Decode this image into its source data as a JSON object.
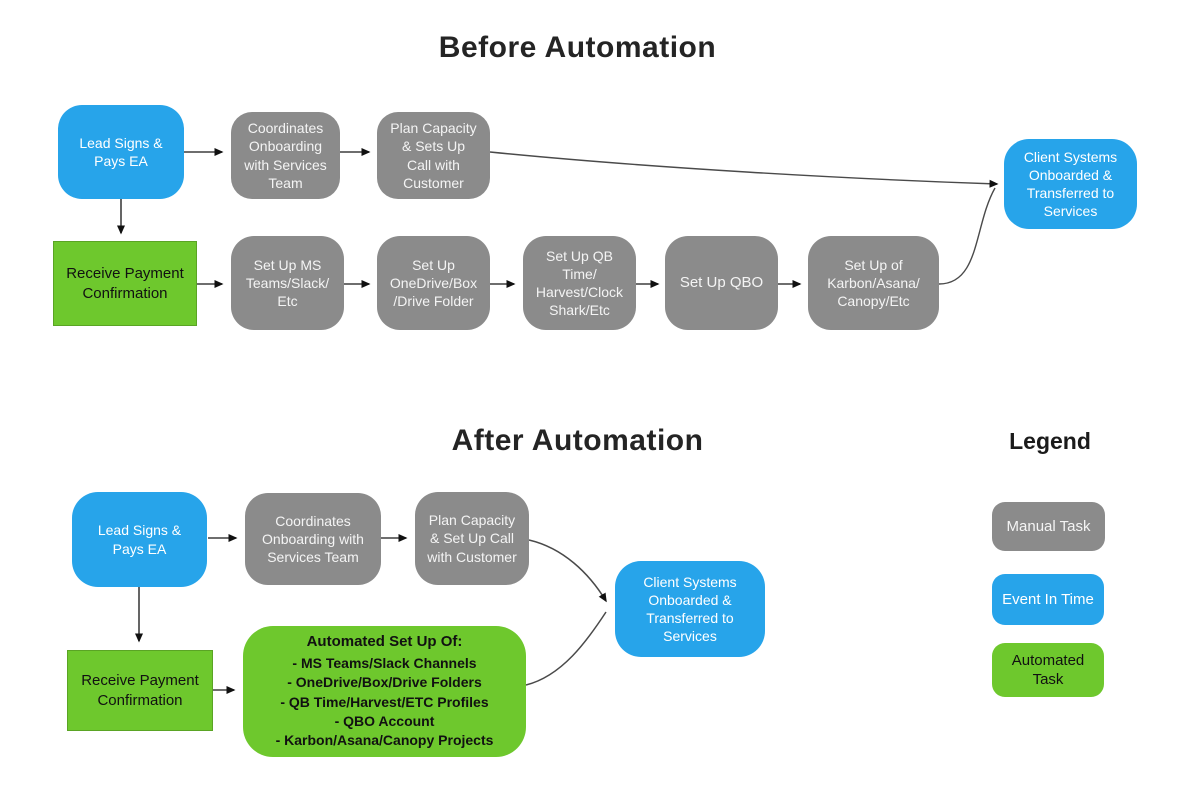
{
  "titles": {
    "before": "Before Automation",
    "after": "After Automation",
    "legend": "Legend"
  },
  "colors": {
    "manual_task_gray": "#8b8b8b",
    "event_in_time_blue": "#27a4ea",
    "automated_task_green": "#6ec82d",
    "connector_line": "#3f3f3f",
    "title_text": "#242424"
  },
  "before": {
    "lead": "Lead Signs &\nPays EA",
    "coordinates": "Coordinates\nOnboarding\nwith Services\nTeam",
    "plan_capacity": "Plan Capacity\n& Sets Up\nCall with\nCustomer",
    "client_systems": "Client Systems\nOnboarded &\nTransferred to\nServices",
    "receive_payment": "Receive Payment\nConfirmation",
    "setup_ms_teams": "Set Up MS\nTeams/Slack/\nEtc",
    "setup_onedrive": "Set Up\nOneDrive/Box\n/Drive Folder",
    "setup_qb_time": "Set Up QB\nTime/\nHarvest/Clock\nShark/Etc",
    "setup_qbo": "Set Up QBO",
    "setup_karbon": "Set Up of\nKarbon/Asana/\nCanopy/Etc"
  },
  "after": {
    "lead": "Lead Signs &\nPays EA",
    "coordinates": "Coordinates\nOnboarding with\nServices Team",
    "plan_capacity": "Plan Capacity\n& Set Up Call\nwith Customer",
    "client_systems": "Client Systems\nOnboarded &\nTransferred to\nServices",
    "receive_payment": "Receive Payment\nConfirmation",
    "automated_setup": {
      "heading": "Automated Set Up Of:",
      "items": [
        "- MS Teams/Slack Channels",
        "- OneDrive/Box/Drive Folders",
        "- QB Time/Harvest/ETC Profiles",
        "- QBO Account",
        "- Karbon/Asana/Canopy Projects"
      ]
    }
  },
  "legend": {
    "manual": "Manual Task",
    "event": "Event In Time",
    "automated": "Automated\nTask"
  }
}
